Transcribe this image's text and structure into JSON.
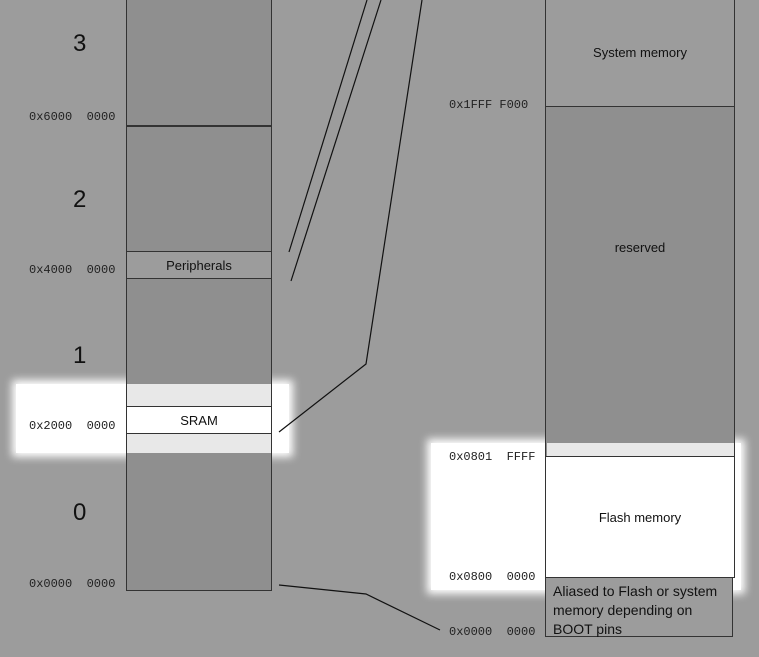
{
  "regions_left": {
    "numbers": [
      "3",
      "2",
      "1",
      "0"
    ],
    "addresses": [
      "0x6000  0000",
      "0x4000  0000",
      "0x2000  0000",
      "0x0000  0000"
    ],
    "peripherals": "Peripherals",
    "sram": "SRAM"
  },
  "regions_right": {
    "system_memory": "System memory",
    "reserved": "reserved",
    "flash_memory": "Flash memory",
    "aliased": "Aliased to Flash or system memory depending on BOOT pins",
    "addresses": [
      "0x1FFF F000",
      "0x0801  FFFF",
      "0x0800  0000",
      "0x0000  0000"
    ]
  },
  "colors": {
    "background": "#9c9c9c",
    "block": "#8f8f8f",
    "highlight": "#ffffff"
  }
}
